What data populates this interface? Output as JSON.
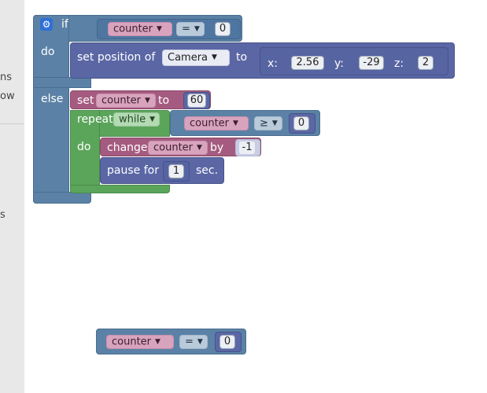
{
  "sidebar": {
    "fragments": [
      "ns",
      "ow",
      "s"
    ]
  },
  "if_block": {
    "keyword_if": "if",
    "keyword_do": "do",
    "keyword_else": "else",
    "gear_icon": "gear-icon",
    "condition": {
      "variable": "counter",
      "operator": "=",
      "value": "0"
    }
  },
  "set_position": {
    "label": "set position of",
    "object": "Camera",
    "to": "to",
    "x_label": "x:",
    "x": "2.56",
    "y_label": "y:",
    "y": "-29",
    "z_label": "z:",
    "z": "2"
  },
  "set_var": {
    "label": "set",
    "variable": "counter",
    "to": "to",
    "value": "60"
  },
  "repeat_block": {
    "label": "repeat",
    "mode": "while",
    "do": "do",
    "condition": {
      "variable": "counter",
      "operator": "≥",
      "value": "0"
    }
  },
  "change_block": {
    "label": "change",
    "variable": "counter",
    "by": "by",
    "value": "-1"
  },
  "pause_block": {
    "label": "pause for",
    "value": "1",
    "unit": "sec."
  },
  "loose_compare": {
    "variable": "counter",
    "operator": "=",
    "value": "0"
  },
  "colors": {
    "logic": "#5b82a6",
    "action": "#5b67a5",
    "variable": "#a55b80",
    "loop": "#5ba55b",
    "gear": "#2f6fd6"
  }
}
